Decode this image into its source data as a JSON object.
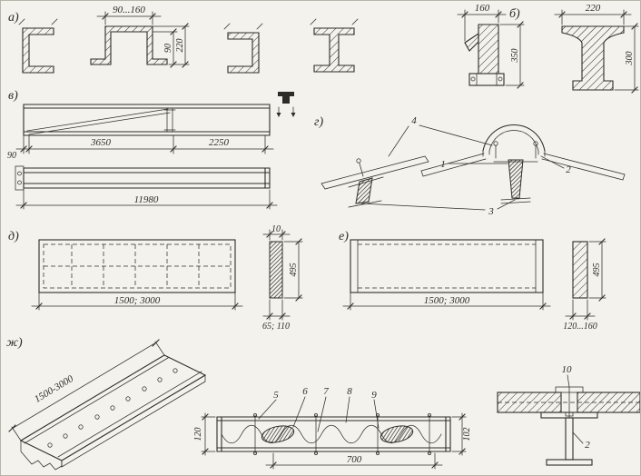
{
  "sheet": {
    "background": "#f4f2ec",
    "ink": "#2e2c28"
  },
  "figures": {
    "a": {
      "label": "а)",
      "dim_width": "90...160",
      "dim_height_outer": "220",
      "dim_height_inner": "90"
    },
    "b": {
      "label": "б)",
      "section1_width": "160",
      "section1_height": "350",
      "section2_width": "220",
      "section2_height": "300"
    },
    "v": {
      "label": "в)",
      "dim_seg0": "90",
      "dim_seg1": "3650",
      "dim_seg2": "2250",
      "dim_total": "11980"
    },
    "g": {
      "label": "г)",
      "callout1": "1",
      "callout2": "2",
      "callout3": "3",
      "callout4": "4"
    },
    "d": {
      "label": "д)",
      "dim_plan": "1500; 3000",
      "dim_thickness": "10",
      "dim_height": "495",
      "dim_depth": "65; 110"
    },
    "e": {
      "label": "е)",
      "dim_plan": "1500; 3000",
      "dim_height": "495",
      "dim_depth": "120...160"
    },
    "zh": {
      "label": "ж)",
      "dim_length": "1500-3000"
    },
    "section": {
      "callout5": "5",
      "callout6": "6",
      "callout7": "7",
      "callout8": "8",
      "callout9": "9",
      "dim_height": "120",
      "dim_width": "700",
      "dim_height2": "102"
    },
    "joint": {
      "callout10": "10",
      "callout2": "2"
    }
  }
}
